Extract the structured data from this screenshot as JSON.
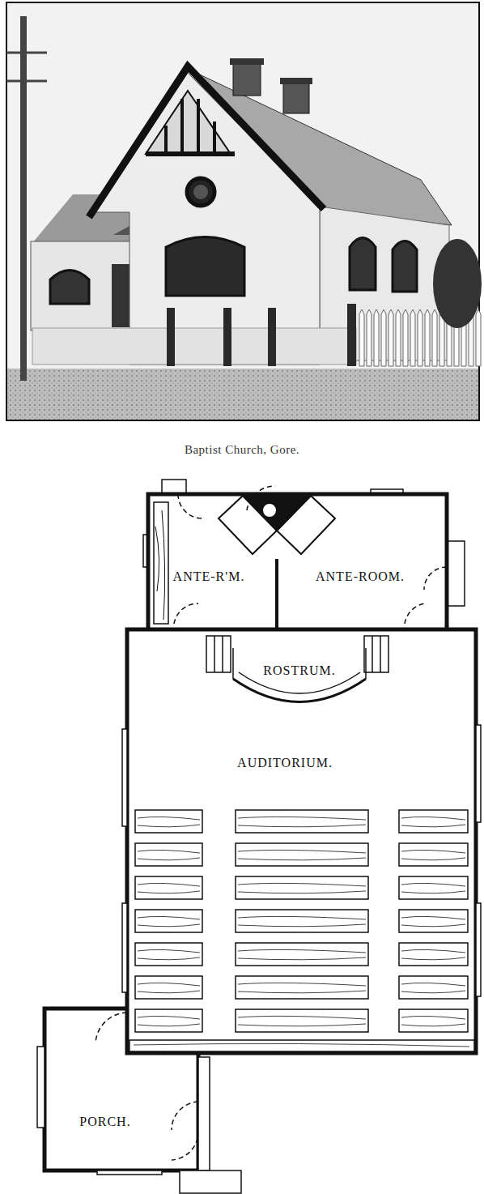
{
  "diagram": {
    "caption": "Baptist Church, Gore.",
    "nodes": [
      {
        "text": [
          "ANTE-R'M."
        ]
      },
      {
        "text": [
          "ANTE-ROOM."
        ]
      },
      {
        "text": [
          "AUDITORIUM."
        ]
      },
      {
        "text": [
          "ROSTRUM."
        ],
        "in": 2
      },
      {
        "text": [
          "PORCH."
        ]
      }
    ]
  }
}
